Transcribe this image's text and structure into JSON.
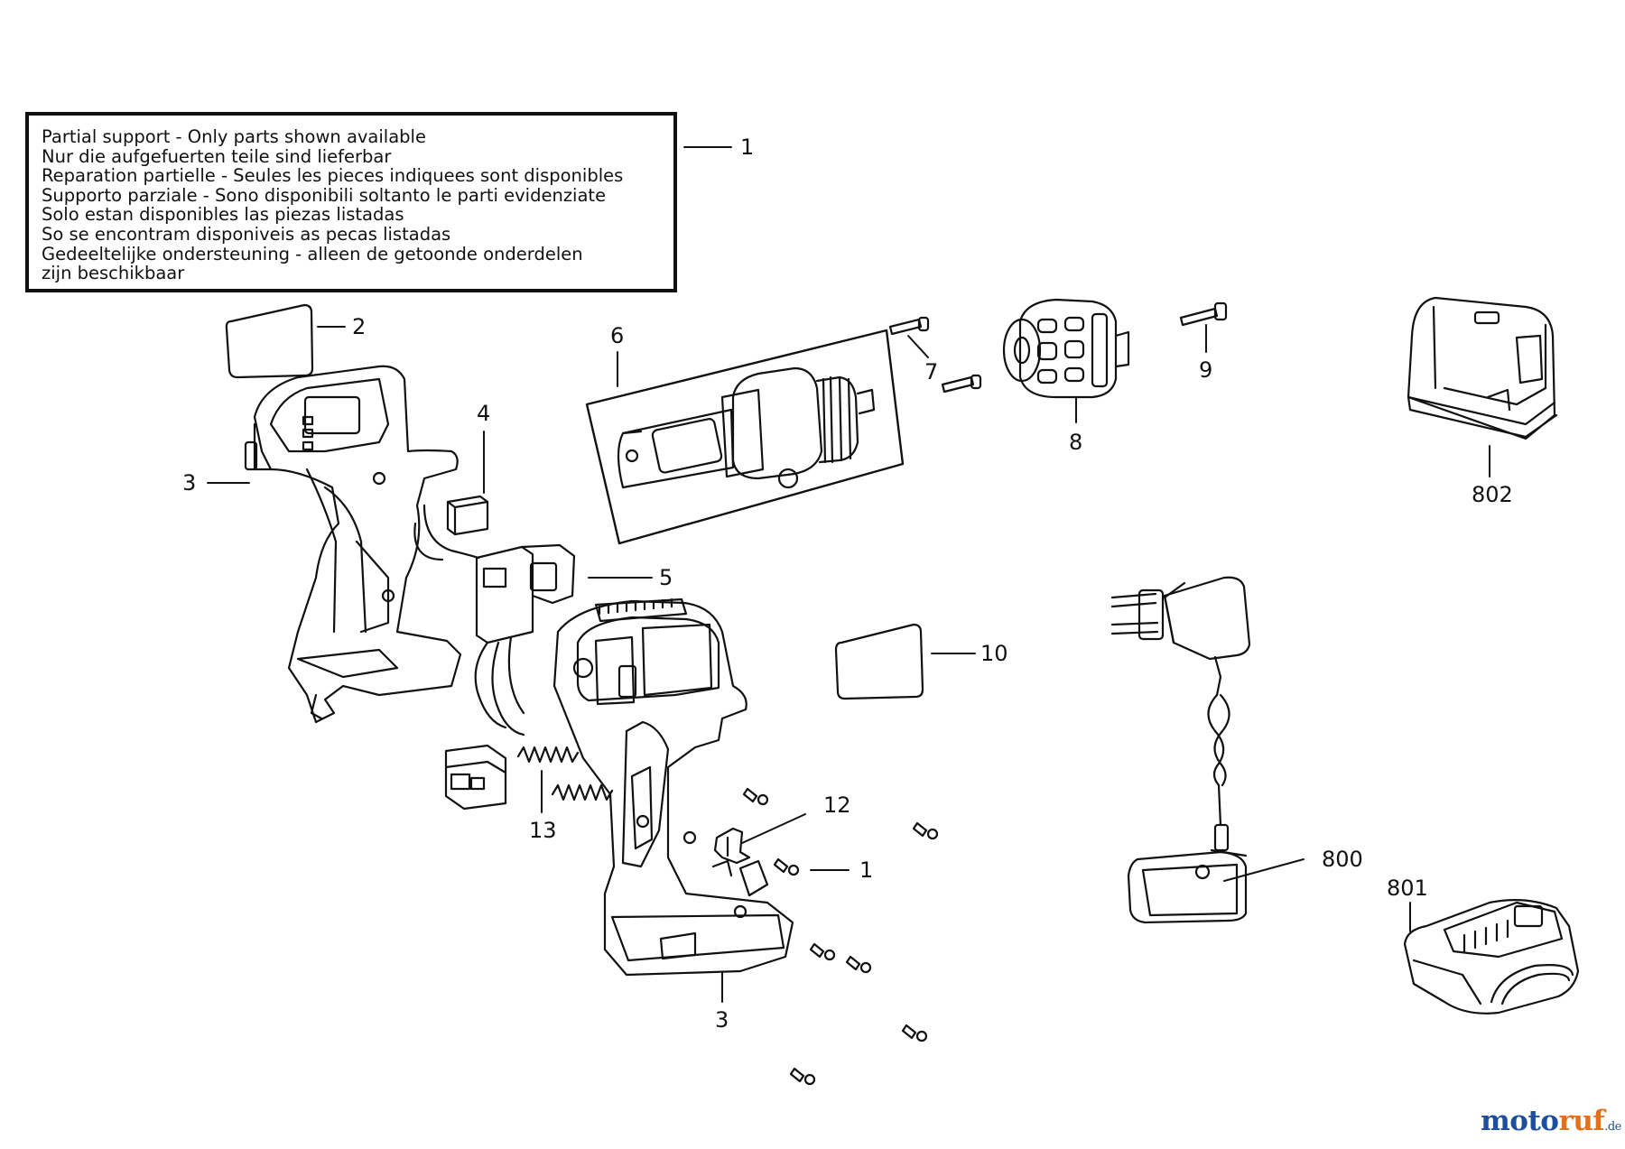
{
  "notice": {
    "lines": [
      "Partial support - Only parts shown available",
      "Nur die aufgefuerten teile sind lieferbar",
      "Reparation partielle - Seules les pieces indiquees sont disponibles",
      "Supporto parziale - Sono disponibili soltanto le parti evidenziate",
      "Solo estan disponibles las piezas listadas",
      "So se encontram disponiveis as pecas listadas",
      "Gedeeltelijke ondersteuning - alleen de getoonde onderdelen",
      "zijn beschikbaar"
    ]
  },
  "labels": {
    "notice": "1",
    "label_plate_a": "2",
    "housing_left": "3",
    "switch_cover": "4",
    "switch": "5",
    "gearbox_motor": "6",
    "chuck_screw_a": "7",
    "chuck": "8",
    "chuck_screw_b": "9",
    "label_plate_b": "10",
    "clip": "12",
    "screws": "1",
    "springs": "13",
    "housing_right": "3",
    "charger": "800",
    "battery": "801",
    "case": "802"
  },
  "brand": {
    "part1": "moto",
    "part2": "ruf",
    "tld": ".de"
  }
}
